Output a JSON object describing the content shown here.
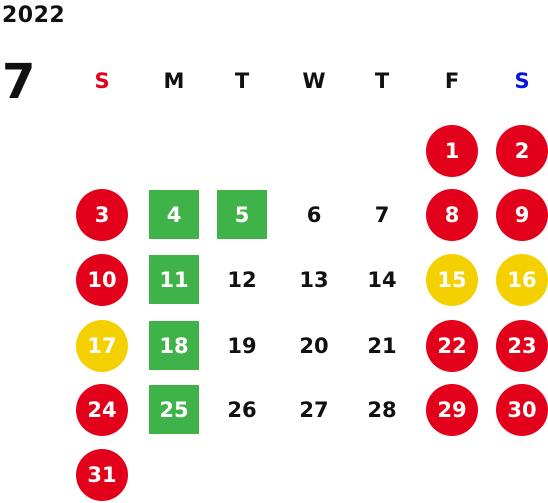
{
  "year": "2022",
  "month": "7",
  "weekdays": [
    {
      "label": "S",
      "color": "#e2001a"
    },
    {
      "label": "M",
      "color": "#111111"
    },
    {
      "label": "T",
      "color": "#111111"
    },
    {
      "label": "W",
      "color": "#111111"
    },
    {
      "label": "T",
      "color": "#111111"
    },
    {
      "label": "F",
      "color": "#111111"
    },
    {
      "label": "S",
      "color": "#0a14e0"
    }
  ],
  "colors": {
    "holiday": "#e2001a",
    "special": "#f5d000",
    "highlight": "#3fb24a"
  },
  "weeks": [
    [
      null,
      null,
      null,
      null,
      null,
      {
        "day": "1",
        "type": "holiday"
      },
      {
        "day": "2",
        "type": "holiday"
      }
    ],
    [
      {
        "day": "3",
        "type": "holiday"
      },
      {
        "day": "4",
        "type": "green"
      },
      {
        "day": "5",
        "type": "green"
      },
      {
        "day": "6",
        "type": "normal"
      },
      {
        "day": "7",
        "type": "normal"
      },
      {
        "day": "8",
        "type": "holiday"
      },
      {
        "day": "9",
        "type": "holiday"
      }
    ],
    [
      {
        "day": "10",
        "type": "holiday"
      },
      {
        "day": "11",
        "type": "green"
      },
      {
        "day": "12",
        "type": "normal"
      },
      {
        "day": "13",
        "type": "normal"
      },
      {
        "day": "14",
        "type": "normal"
      },
      {
        "day": "15",
        "type": "special"
      },
      {
        "day": "16",
        "type": "special"
      }
    ],
    [
      {
        "day": "17",
        "type": "special"
      },
      {
        "day": "18",
        "type": "green"
      },
      {
        "day": "19",
        "type": "normal"
      },
      {
        "day": "20",
        "type": "normal"
      },
      {
        "day": "21",
        "type": "normal"
      },
      {
        "day": "22",
        "type": "holiday"
      },
      {
        "day": "23",
        "type": "holiday"
      }
    ],
    [
      {
        "day": "24",
        "type": "holiday"
      },
      {
        "day": "25",
        "type": "green"
      },
      {
        "day": "26",
        "type": "normal"
      },
      {
        "day": "27",
        "type": "normal"
      },
      {
        "day": "28",
        "type": "normal"
      },
      {
        "day": "29",
        "type": "holiday"
      },
      {
        "day": "30",
        "type": "holiday"
      }
    ],
    [
      {
        "day": "31",
        "type": "holiday"
      },
      null,
      null,
      null,
      null,
      null,
      null
    ]
  ]
}
